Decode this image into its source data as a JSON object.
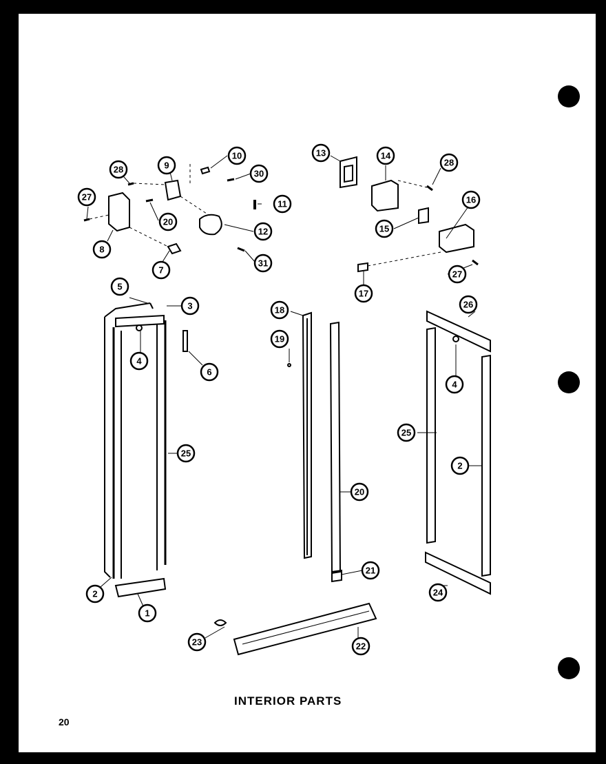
{
  "title": "INTERIOR PARTS",
  "page_number": "20",
  "callouts": [
    "1",
    "2",
    "2",
    "3",
    "4",
    "4",
    "5",
    "6",
    "7",
    "8",
    "9",
    "10",
    "11",
    "12",
    "13",
    "14",
    "15",
    "16",
    "17",
    "18",
    "19",
    "20",
    "20",
    "21",
    "22",
    "23",
    "24",
    "25",
    "25",
    "26",
    "27",
    "27",
    "28",
    "28",
    "30",
    "31"
  ]
}
